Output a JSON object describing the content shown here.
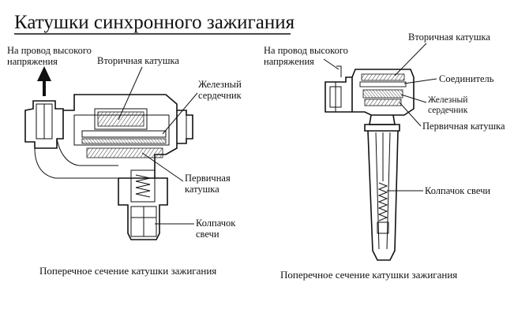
{
  "title": "Катушки синхронного зажигания",
  "left": {
    "hv_wire_line1": "На провод высокого",
    "hv_wire_line2": "напряжения",
    "secondary_coil": "Вторичная катушка",
    "iron_core_line1": "Железный",
    "iron_core_line2": "сердечник",
    "primary_coil_line1": "Первичная",
    "primary_coil_line2": "катушка",
    "plug_cap_line1": "Колпачок",
    "plug_cap_line2": "свечи",
    "caption": "Поперечное сечение катушки зажигания"
  },
  "right": {
    "hv_wire_line1": "На провод высокого",
    "hv_wire_line2": "напряжения",
    "secondary_coil": "Вторичная катушка",
    "connector": "Соединитель",
    "iron_core_line1": "Железный",
    "iron_core_line2": "сердечник",
    "primary_coil": "Первичная катушка",
    "plug_cap": "Колпачок свечи",
    "caption": "Поперечное сечение катушки зажигания"
  }
}
